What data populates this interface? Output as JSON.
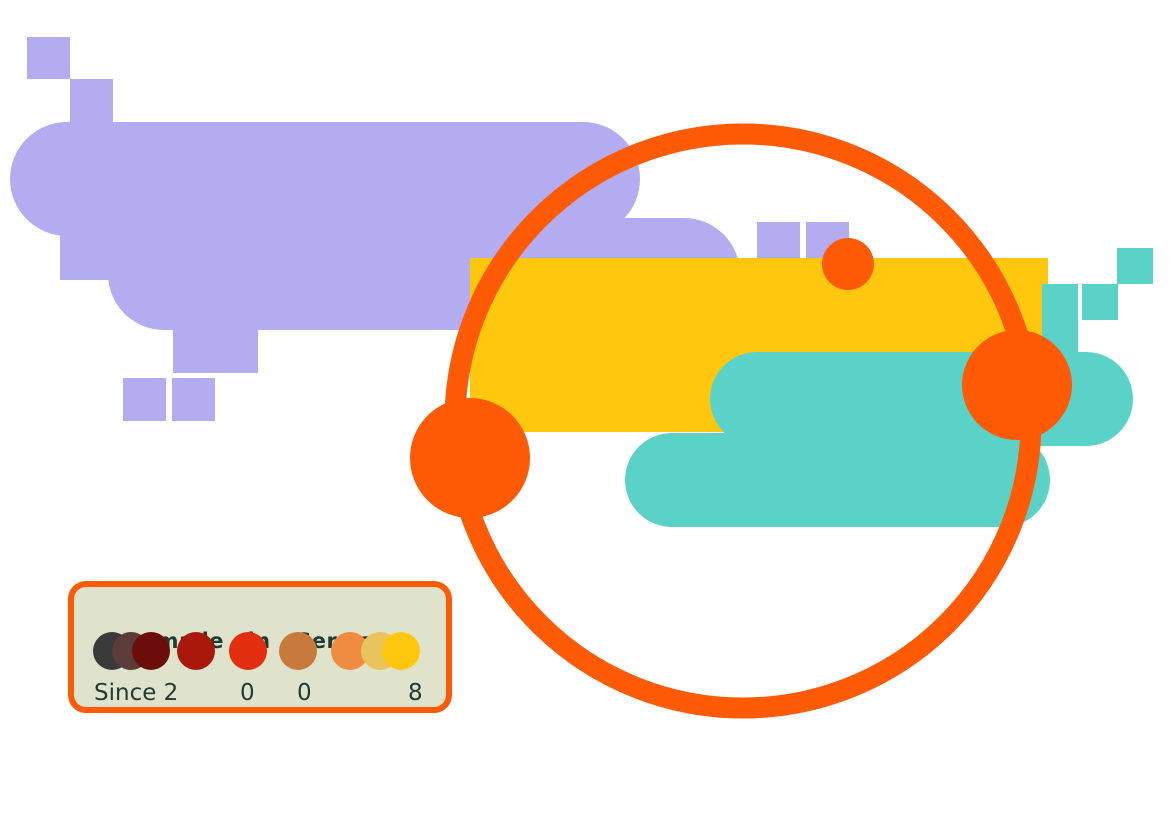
{
  "colors": {
    "lavender": "#b4acf0",
    "yellow": "#ffc80e",
    "teal": "#5ad2c8",
    "orange": "#ff5a06",
    "badge_bg": "#dfe3cb",
    "badge_text": "#213a35"
  },
  "badge": {
    "title_word_1": "Remade",
    "title_word_2": "in",
    "title_word_3": "Germany",
    "since_text": "Since 2",
    "digit_1": "0",
    "digit_2": "0",
    "digit_3": "8",
    "swatches": [
      "#3a3a3a",
      "#5c3b3b",
      "#6b0e09",
      "#a8190c",
      "#e32e10",
      "#c8793c",
      "#f08b42",
      "#e9c45c",
      "#ffc80e"
    ]
  }
}
